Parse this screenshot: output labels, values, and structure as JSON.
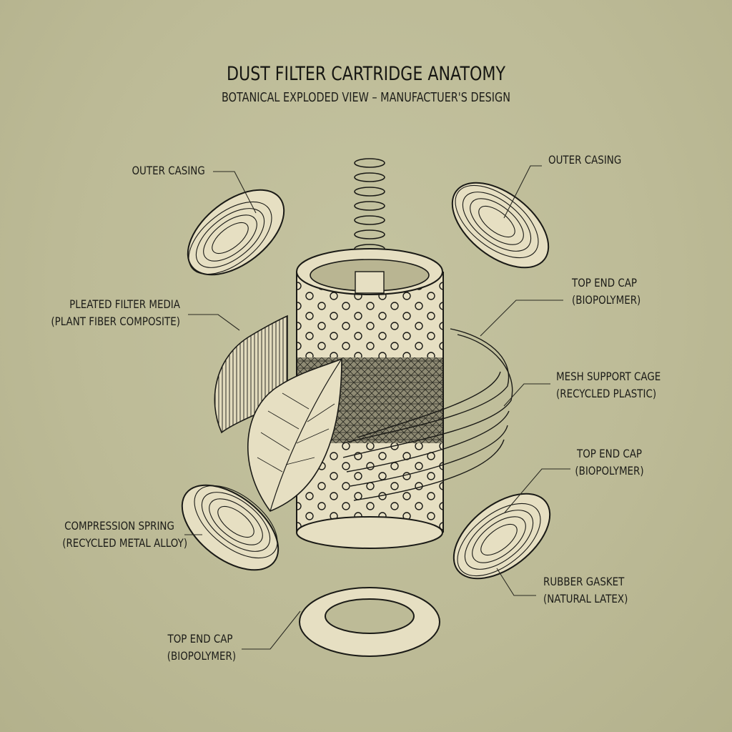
{
  "header": {
    "title": "DUST FILTER CARTRIDGE ANATOMY",
    "subtitle": "BOTANICAL EXPLODED VIEW – MANUFACTUER'S DESIGN"
  },
  "colors": {
    "background": "#bdbb97",
    "part_fill": "#e6dfc2",
    "ink": "#1a1a16"
  },
  "labels": {
    "outer_casing_left": {
      "line1": "OUTER CASING"
    },
    "outer_casing_right": {
      "line1": "OUTER CASING"
    },
    "pleated_filter_media": {
      "line1": "PLEATED FILTER MEDIA",
      "line2": "(PLANT FIBER COMPOSITE)"
    },
    "top_end_cap_upper_right": {
      "line1": "TOP END CAP",
      "line2": "(BIOPOLYMER)"
    },
    "mesh_support_cage": {
      "line1": "MESH SUPPORT CAGE",
      "line2": "(RECYCLED PLASTIC)"
    },
    "top_end_cap_mid_right": {
      "line1": "TOP END CAP",
      "line2": "(BIOPOLYMER)"
    },
    "compression_spring": {
      "line1": "COMPRESSION SPRING",
      "line2": "(RECYCLED METAL ALLOY)"
    },
    "rubber_gasket": {
      "line1": "RUBBER GASKET",
      "line2": "(NATURAL LATEX)"
    },
    "top_end_cap_bottom": {
      "line1": "TOP END CAP",
      "line2": "(BIOPOLYMER)"
    }
  },
  "parts": [
    "spring-icon",
    "perforated-cylinder",
    "mesh-core",
    "leaf-left",
    "leaf-front",
    "twig-cage",
    "disc-top-left",
    "disc-top-right",
    "disc-bottom-left",
    "disc-bottom-right",
    "gasket-ring"
  ]
}
